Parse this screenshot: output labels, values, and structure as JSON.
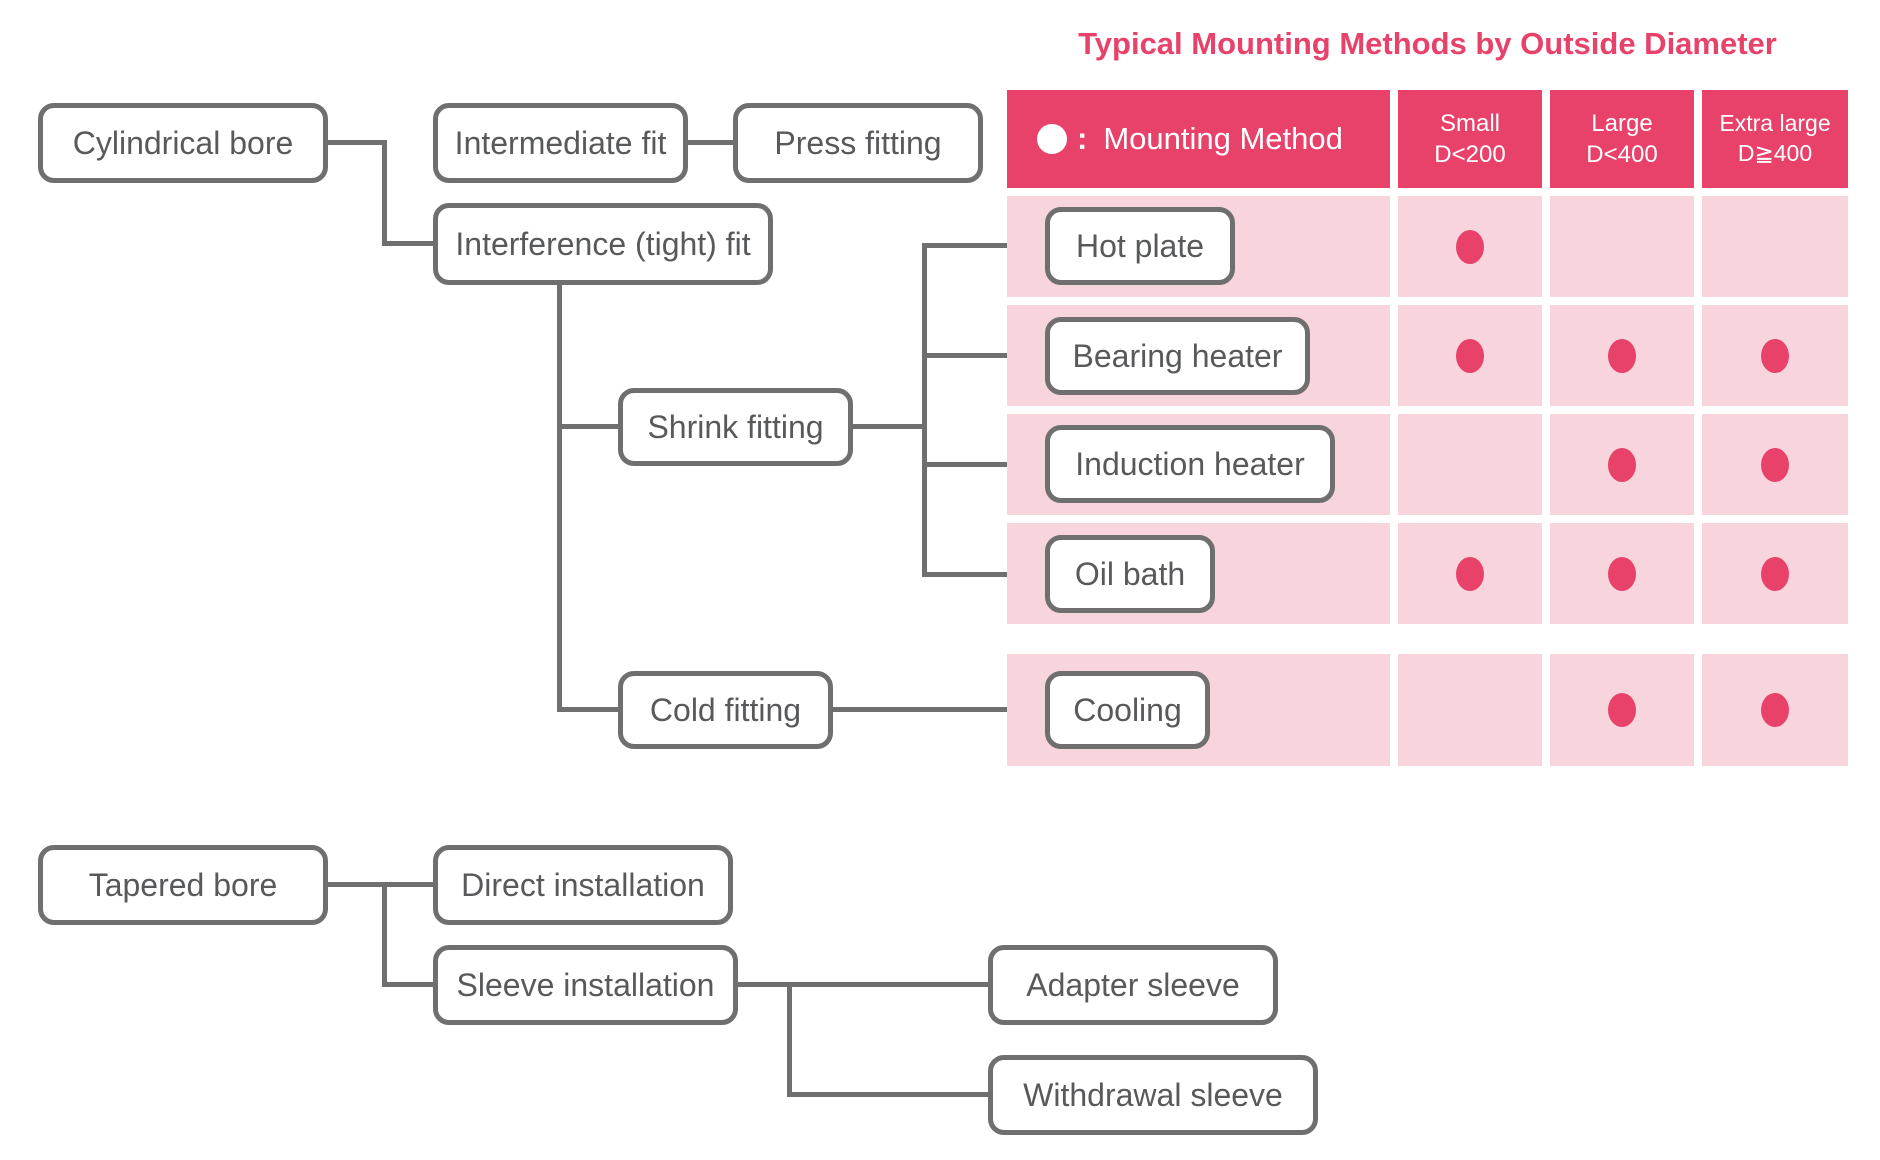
{
  "title": "Typical Mounting Methods by Outside Diameter",
  "colors": {
    "accent_pink": "#e8426b",
    "row_background_pink": "#f8d4dc",
    "line_gray": "#6f6f6f",
    "text_gray": "#58595b"
  },
  "tree": {
    "cylindrical_bore": "Cylindrical bore",
    "intermediate_fit": "Intermediate fit",
    "press_fitting": "Press fitting",
    "interference_fit": "Interference (tight) fit",
    "shrink_fitting": "Shrink fitting",
    "cold_fitting": "Cold fitting",
    "tapered_bore": "Tapered bore",
    "direct_installation": "Direct installation",
    "sleeve_installation": "Sleeve installation",
    "adapter_sleeve": "Adapter sleeve",
    "withdrawal_sleeve": "Withdrawal sleeve"
  },
  "table": {
    "legend_separator": ":",
    "legend_label": "Mounting Method",
    "legend_icon": "white-circle",
    "mark_icon": "pink-circle",
    "columns": [
      {
        "label": "Small",
        "range": "D<200"
      },
      {
        "label": "Large",
        "range": "D<400"
      },
      {
        "label": "Extra large",
        "range": "D≧400"
      }
    ],
    "rows": [
      {
        "method": "Hot plate",
        "marks": [
          true,
          false,
          false
        ]
      },
      {
        "method": "Bearing heater",
        "marks": [
          true,
          true,
          true
        ]
      },
      {
        "method": "Induction heater",
        "marks": [
          false,
          true,
          true
        ]
      },
      {
        "method": "Oil bath",
        "marks": [
          true,
          true,
          true
        ]
      },
      {
        "method": "Cooling",
        "marks": [
          false,
          true,
          true
        ]
      }
    ]
  }
}
